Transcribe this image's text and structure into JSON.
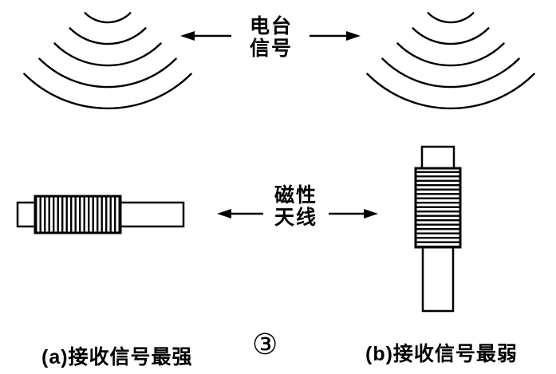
{
  "figure": {
    "background_color": "#ffffff",
    "ink_color": "#000000",
    "radio_signal_label": {
      "line1": "电台",
      "line2": "信号"
    },
    "magnetic_antenna_label": {
      "line1": "磁性",
      "line2": "天线"
    },
    "caption_a": "(a)接收信号最强",
    "caption_b": "(b)接收信号最弱",
    "figure_number": "③",
    "waves": {
      "left_arc_count": 5,
      "right_arc_count": 5
    }
  }
}
